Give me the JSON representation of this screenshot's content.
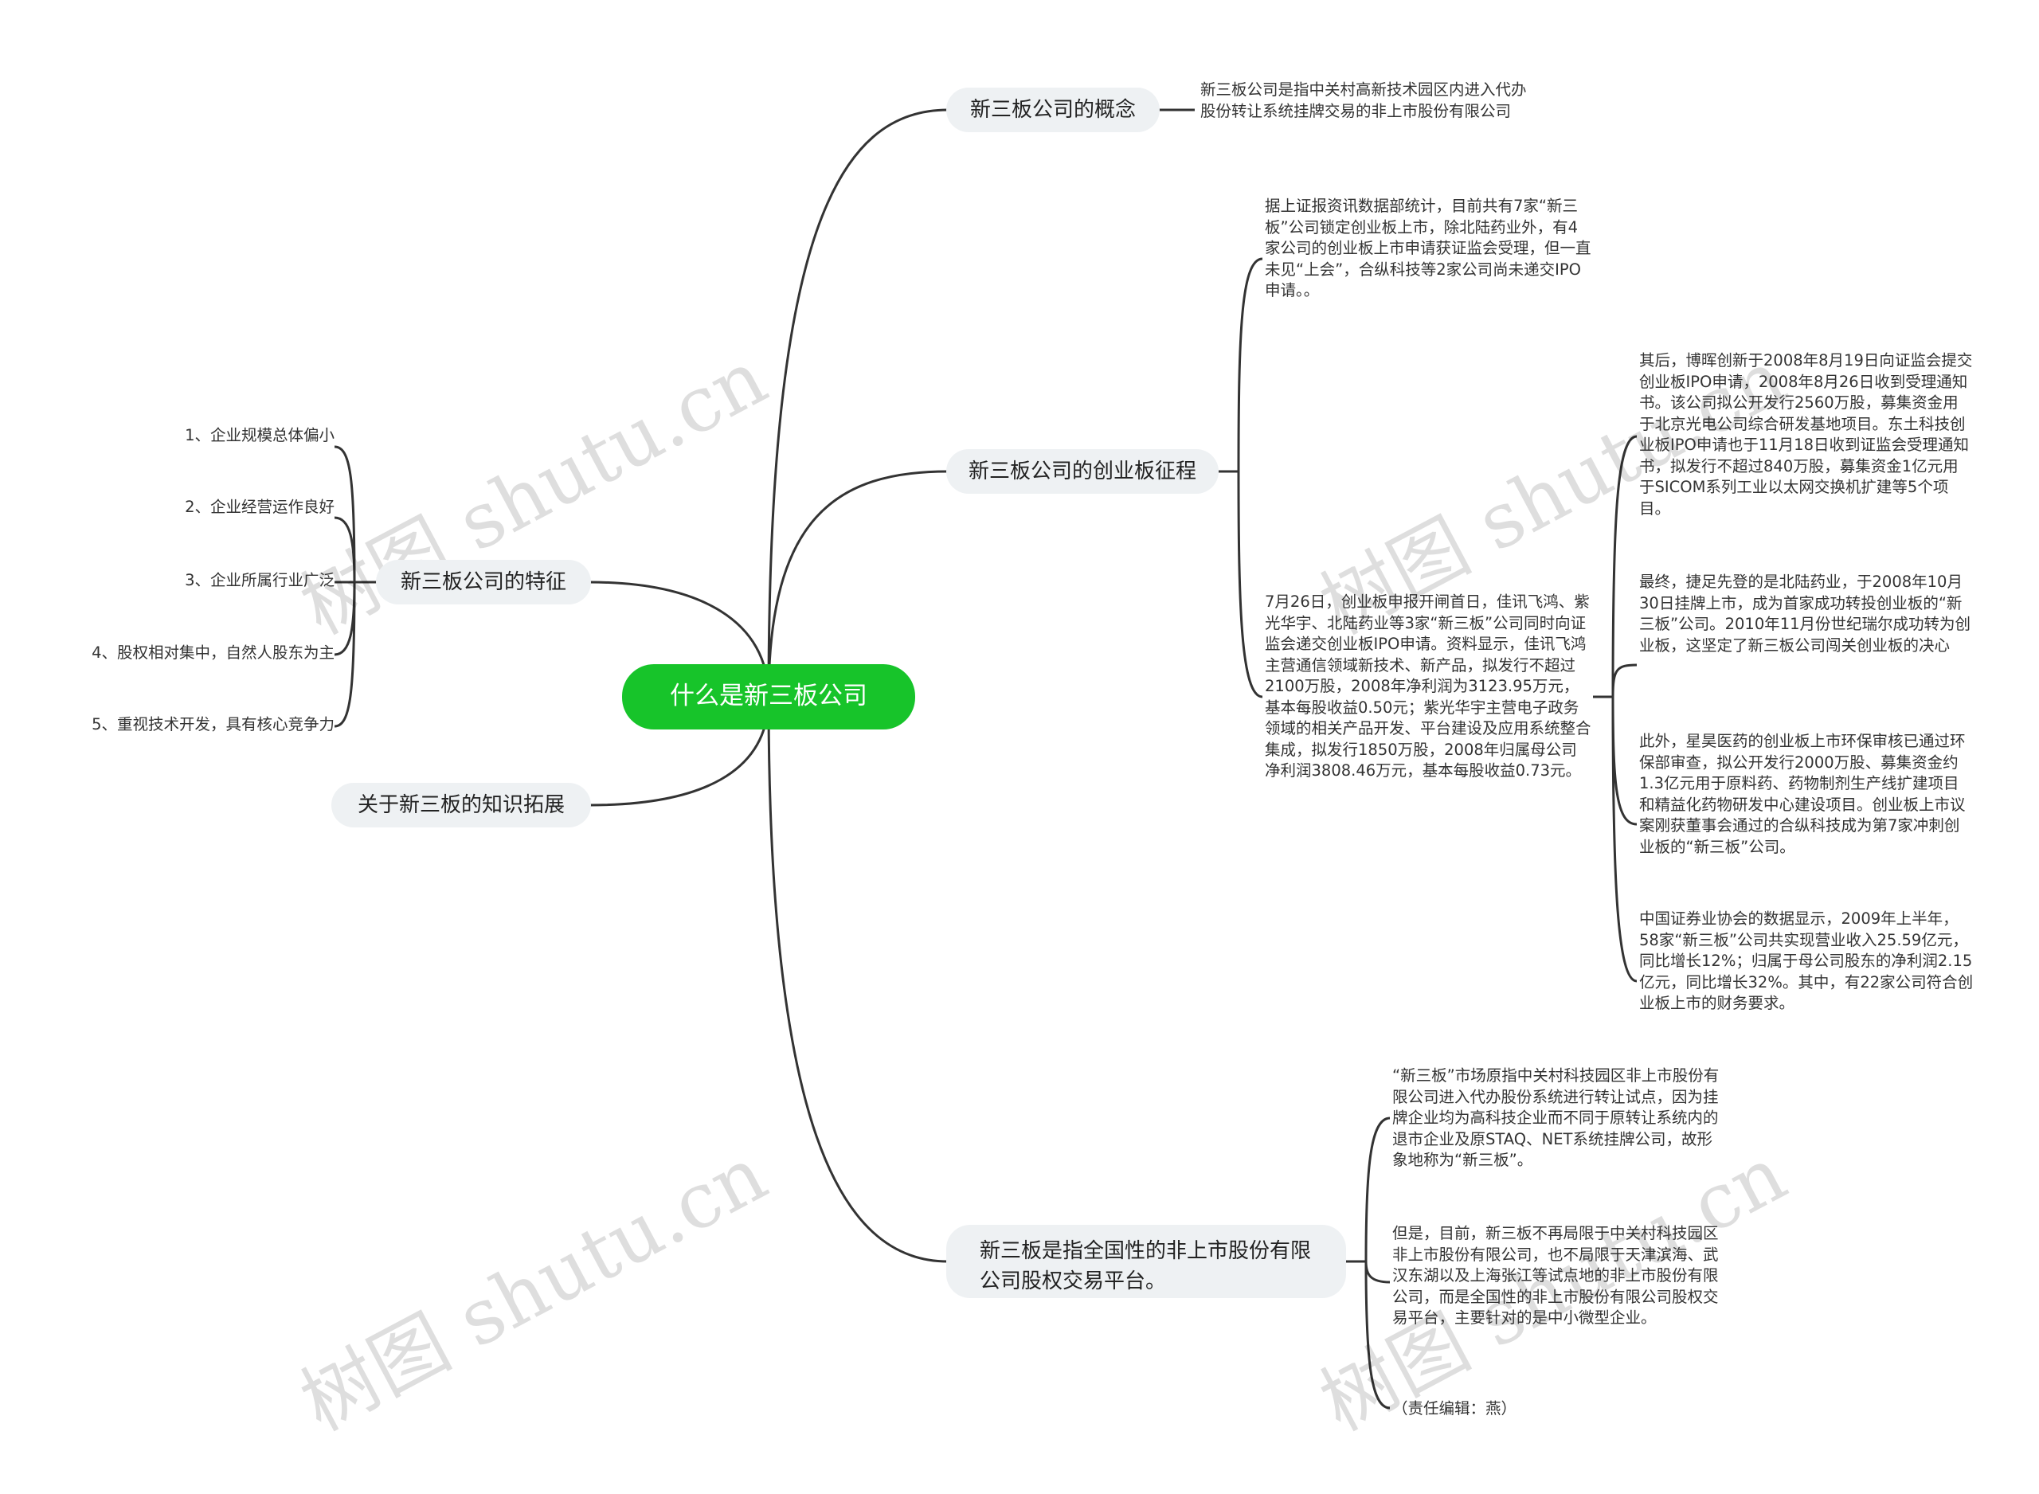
{
  "root": "什么是新三板公司",
  "branches": {
    "concept": "新三板公司的概念",
    "gem": "新三板公司的创业板征程",
    "traits": "新三板公司的特征",
    "extend": "关于新三板的知识拓展",
    "platform": "新三板是指全国性的非上市股份有限公司股权交易平台。"
  },
  "concept_text": "新三板公司是指中关村高新技术园区内进入代办股份转让系统挂牌交易的非上市股份有限公司",
  "gem_items": [
    "据上证报资讯数据部统计，目前共有7家“新三板”公司锁定创业板上市，除北陆药业外，有4家公司的创业板上市申请获证监会受理，但一直未见“上会”，合纵科技等2家公司尚未递交IPO申请。。",
    "7月26日，创业板申报开闸首日，佳讯飞鸿、紫光华宇、北陆药业等3家“新三板”公司同时向证监会递交创业板IPO申请。资料显示，佳讯飞鸿主营通信领域新技术、新产品，拟发行不超过2100万股，2008年净利润为3123.95万元，基本每股收益0.50元；紫光华宇主营电子政务领域的相关产品开发、平台建设及应用系统整合集成，拟发行1850万股，2008年归属母公司净利润3808.46万元，基本每股收益0.73元。"
  ],
  "gem_subitems": [
    "其后，博晖创新于2008年8月19日向证监会提交创业板IPO申请，2008年8月26日收到受理通知书。该公司拟公开发行2560万股，募集资金用于北京光电公司综合研发基地项目。东土科技创业板IPO申请也于11月18日收到证监会受理通知书，拟发行不超过840万股，募集资金1亿元用于SICOM系列工业以太网交换机扩建等5个项目。",
    "最终，捷足先登的是北陆药业，于2008年10月30日挂牌上市，成为首家成功转投创业板的“新三板”公司。2010年11月份世纪瑞尔成功转为创业板，这坚定了新三板公司闯关创业板的决心",
    "此外，星昊医药的创业板上市环保审核已通过环保部审查，拟公开发行2000万股、募集资金约1.3亿元用于原料药、药物制剂生产线扩建项目和精益化药物研发中心建设项目。创业板上市议案刚获董事会通过的合纵科技成为第7家冲刺创业板的“新三板”公司。",
    "中国证券业协会的数据显示，2009年上半年，58家“新三板”公司共实现营业收入25.59亿元，同比增长12%；归属于母公司股东的净利润2.15亿元，同比增长32%。其中，有22家公司符合创业板上市的财务要求。"
  ],
  "traits_items": [
    "1、企业规模总体偏小",
    "2、企业经营运作良好",
    "3、企业所属行业广泛",
    "4、股权相对集中，自然人股东为主",
    "5、重视技术开发，具有核心竞争力"
  ],
  "platform_items": [
    "“新三板”市场原指中关村科技园区非上市股份有限公司进入代办股份系统进行转让试点，因为挂牌企业均为高科技企业而不同于原转让系统内的退市企业及原STAQ、NET系统挂牌公司，故形象地称为“新三板”。",
    "但是，目前，新三板不再局限于中关村科技园区非上市股份有限公司，也不局限于天津滨海、武汉东湖以及上海张江等试点地的非上市股份有限公司，而是全国性的非上市股份有限公司股权交易平台，主要针对的是中小微型企业。",
    "（责任编辑：燕）"
  ],
  "watermark": "树图 shutu.cn",
  "colors": {
    "root": "#17c42a",
    "branch_bg": "#eef1f3",
    "line": "#333333"
  }
}
